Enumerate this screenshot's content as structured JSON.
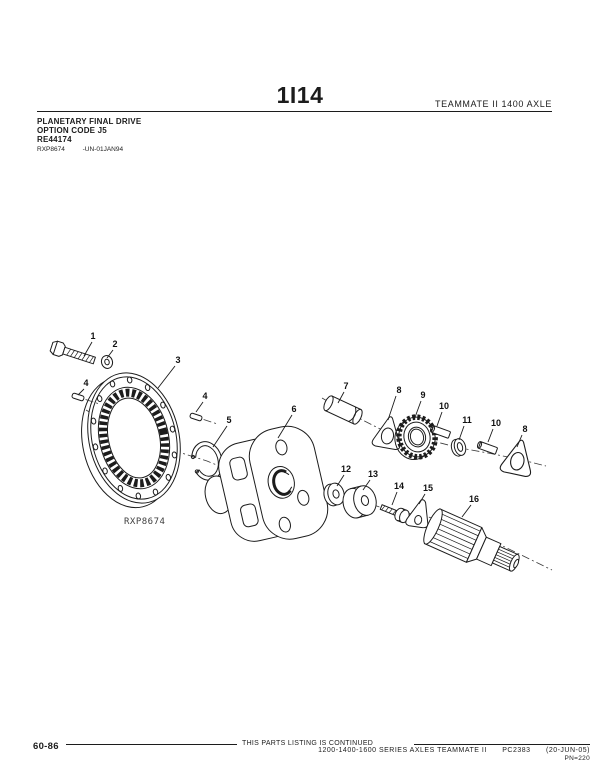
{
  "header": {
    "section_code": "1I14",
    "axle_title": "TEAMMATE II 1400 AXLE"
  },
  "info": {
    "title": "PLANETARY FINAL DRIVE",
    "option": "OPTION CODE J5",
    "part_number": "RE44174",
    "image_ref": "RXP8674",
    "image_meta": "-UN-01JAN94"
  },
  "diagram": {
    "watermark": "RXP8674",
    "labels": [
      "1",
      "2",
      "3",
      "4",
      "4",
      "5",
      "6",
      "7",
      "8",
      "9",
      "10",
      "11",
      "10",
      "8",
      "12",
      "13",
      "14",
      "15",
      "16"
    ]
  },
  "footer": {
    "page_number": "60-86",
    "continued_note": "THIS PARTS LISTING IS CONTINUED",
    "series": "1200-1400-1600 SERIES AXLES TEAMMATE II",
    "catalog_code": "PC2383",
    "date": "(20-JUN-05)",
    "pn": "PN=220"
  }
}
